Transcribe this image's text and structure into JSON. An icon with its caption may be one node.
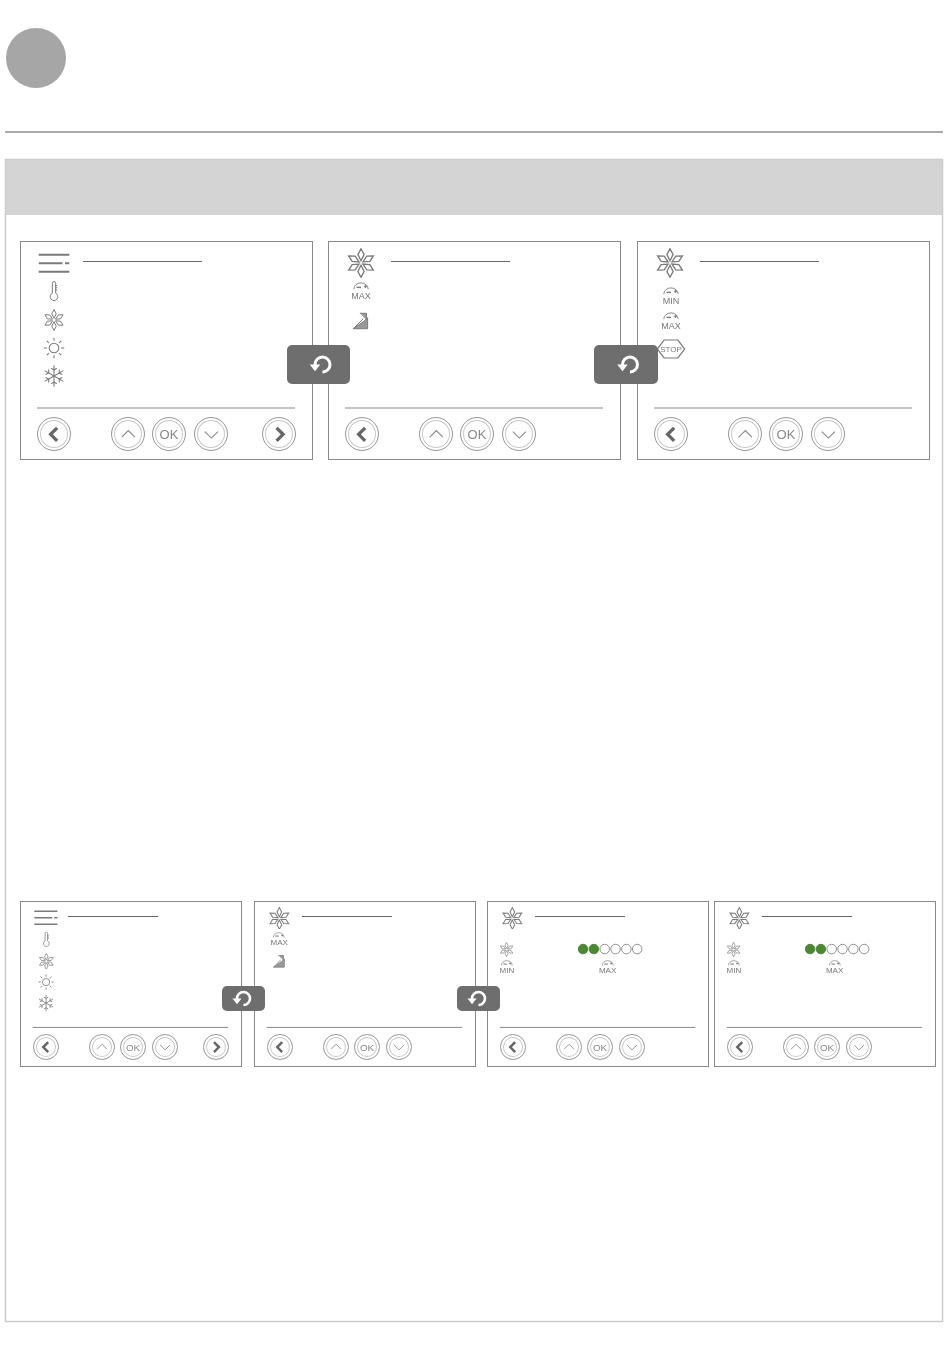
{
  "diagram": {
    "nodes": [
      {
        "text": [
          "OK"
        ]
      },
      {
        "text": [
          "MAX",
          "OK"
        ]
      },
      {
        "text": [
          "MIN",
          "MAX",
          "STOP",
          "OK"
        ]
      },
      {
        "text": [
          "OK"
        ]
      },
      {
        "text": [
          "MAX",
          "OK"
        ]
      },
      {
        "text": [
          "MIN",
          "MAX",
          "OK"
        ]
      },
      {
        "text": [
          "MIN",
          "MAX",
          "OK"
        ]
      }
    ]
  }
}
